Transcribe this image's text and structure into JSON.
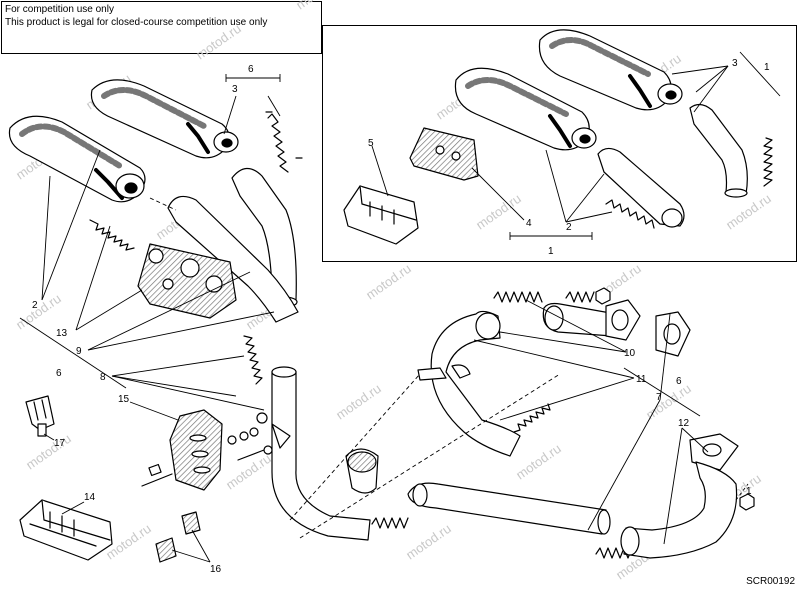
{
  "notice": {
    "line1": "For competition use only",
    "line2": "This product is legal for closed-course competition use only"
  },
  "watermark": "motod.ru",
  "diagram_code": "SCR00192",
  "callouts": [
    {
      "id": "c6a",
      "text": "6"
    },
    {
      "id": "c3a",
      "text": "3"
    },
    {
      "id": "c2a",
      "text": "2"
    },
    {
      "id": "c13",
      "text": "13"
    },
    {
      "id": "c9",
      "text": "9"
    },
    {
      "id": "c6b",
      "text": "6"
    },
    {
      "id": "c8",
      "text": "8"
    },
    {
      "id": "c15",
      "text": "15"
    },
    {
      "id": "c17",
      "text": "17"
    },
    {
      "id": "c14",
      "text": "14"
    },
    {
      "id": "c16",
      "text": "16"
    },
    {
      "id": "c10",
      "text": "10"
    },
    {
      "id": "c11",
      "text": "11"
    },
    {
      "id": "c6c",
      "text": "6"
    },
    {
      "id": "c7",
      "text": "7"
    },
    {
      "id": "c12",
      "text": "12"
    },
    {
      "id": "c1b",
      "text": "1"
    },
    {
      "id": "c5",
      "text": "5"
    },
    {
      "id": "c4",
      "text": "4"
    },
    {
      "id": "c2b",
      "text": "2"
    },
    {
      "id": "c1a",
      "text": "1"
    },
    {
      "id": "c3b",
      "text": "3"
    },
    {
      "id": "c1c",
      "text": "1"
    }
  ],
  "colors": {
    "line": "#000000",
    "fill": "#ffffff",
    "watermark": "#c8c8c8",
    "shade": "#8a8a8a"
  }
}
